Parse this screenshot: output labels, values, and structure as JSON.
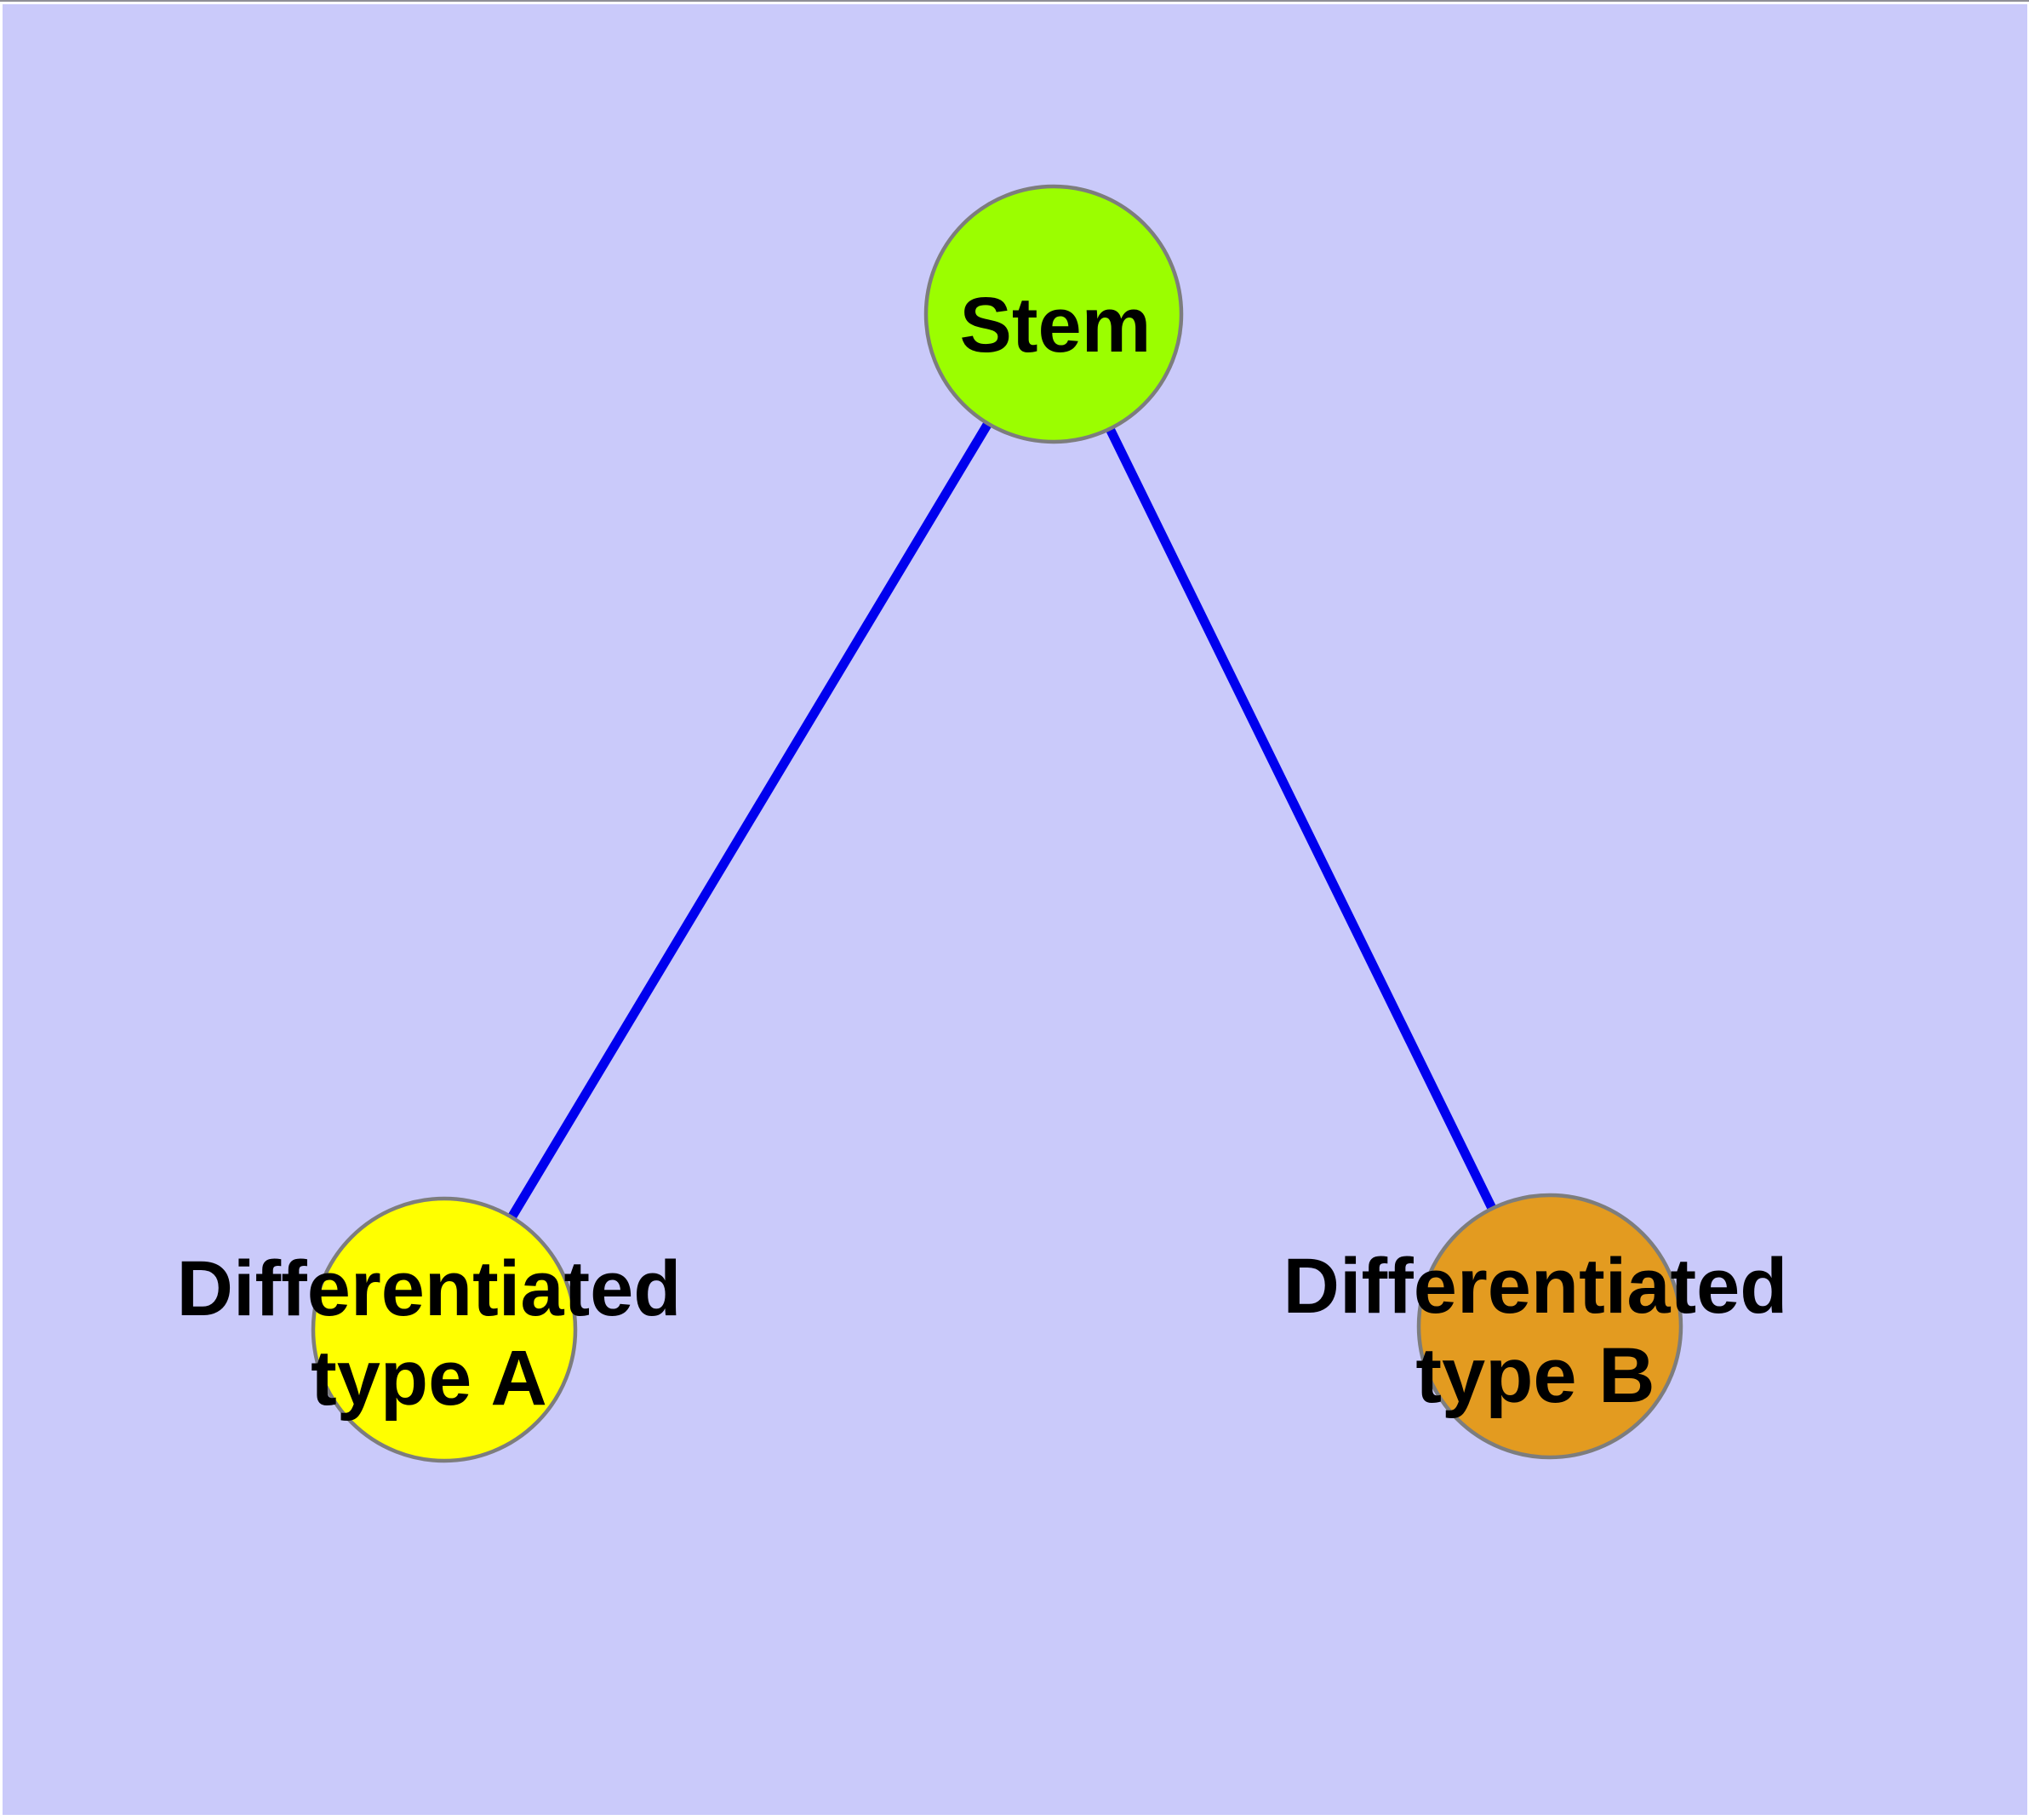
{
  "background_color": "#CACAFA",
  "edge_color": "#0000EE",
  "node_border_color": "#7D7D7D",
  "label_color": "#000000",
  "nodes": {
    "stem": {
      "label": "Stem",
      "color": "#9BFE00"
    },
    "type_a": {
      "label_line1": "Differentiated",
      "label_line2": "type A",
      "label_full": "Differentiated type A",
      "color": "#FFFF00"
    },
    "type_b": {
      "label_line1": "Differentiated",
      "label_line2": "type B",
      "label_full": "Differentiated type B",
      "color": "#E39B20"
    }
  },
  "edges": [
    {
      "from": "Stem",
      "to": "Differentiated type A"
    },
    {
      "from": "Stem",
      "to": "Differentiated type B"
    }
  ]
}
